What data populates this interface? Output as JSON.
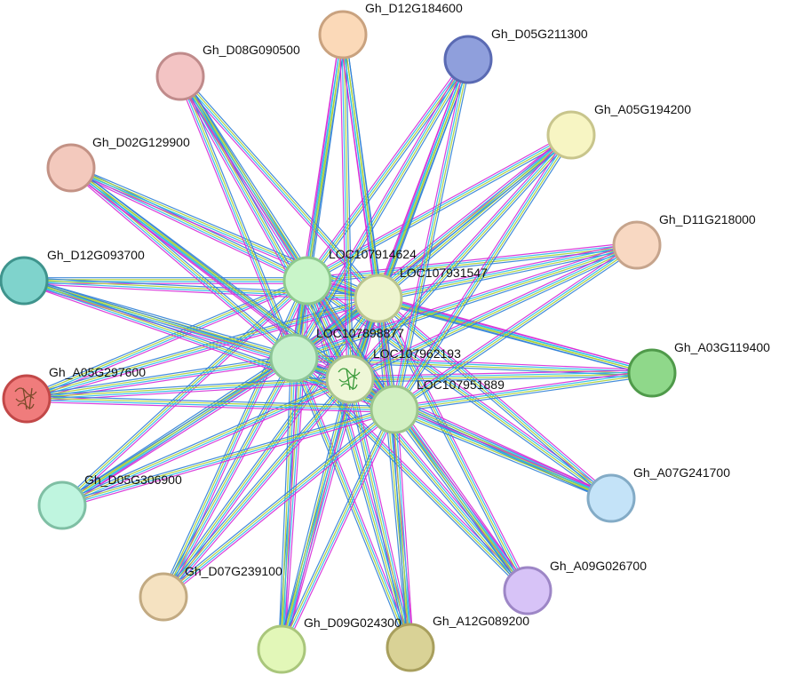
{
  "network": {
    "edge_colors": [
      "#d62ad6",
      "#26b8e8",
      "#a7cf2d",
      "#2d7fd6"
    ],
    "nodes": [
      {
        "id": "LOC107914624",
        "label": "LOC107914624",
        "fill": "#c9f5c9",
        "stroke": "#8dc98d",
        "role": "hub"
      },
      {
        "id": "LOC107931547",
        "label": "LOC107931547",
        "fill": "#eef5cf",
        "stroke": "#b9c58e",
        "role": "hub"
      },
      {
        "id": "LOC107898877",
        "label": "LOC107898877",
        "fill": "#c7f1cd",
        "stroke": "#8cc496",
        "role": "hub"
      },
      {
        "id": "LOC107962193",
        "label": "LOC107962193",
        "fill": "#eef7d7",
        "stroke": "#a9c38e",
        "role": "hub",
        "has_structure": true
      },
      {
        "id": "LOC107951889",
        "label": "LOC107951889",
        "fill": "#d2f0c2",
        "stroke": "#9cc58b",
        "role": "hub"
      },
      {
        "id": "Gh_D12G184600",
        "label": "Gh_D12G184600",
        "fill": "#fbd9b8",
        "stroke": "#c9a27f",
        "role": "leaf"
      },
      {
        "id": "Gh_D05G211300",
        "label": "Gh_D05G211300",
        "fill": "#8f9fdc",
        "stroke": "#5a6ab3",
        "role": "leaf"
      },
      {
        "id": "Gh_D08G090500",
        "label": "Gh_D08G090500",
        "fill": "#f3c4c4",
        "stroke": "#c08b8b",
        "role": "leaf"
      },
      {
        "id": "Gh_A05G194200",
        "label": "Gh_A05G194200",
        "fill": "#f7f5c3",
        "stroke": "#c8c58c",
        "role": "leaf"
      },
      {
        "id": "Gh_D02G129900",
        "label": "Gh_D02G129900",
        "fill": "#f3c9bd",
        "stroke": "#c39285",
        "role": "leaf"
      },
      {
        "id": "Gh_D11G218000",
        "label": "Gh_D11G218000",
        "fill": "#f8d8c2",
        "stroke": "#c6a48c",
        "role": "leaf"
      },
      {
        "id": "Gh_D12G093700",
        "label": "Gh_D12G093700",
        "fill": "#7fd3cc",
        "stroke": "#3f948d",
        "role": "leaf"
      },
      {
        "id": "Gh_A03G119400",
        "label": "Gh_A03G119400",
        "fill": "#8fd88a",
        "stroke": "#4f9a4a",
        "role": "leaf"
      },
      {
        "id": "Gh_A05G297600",
        "label": "Gh_A05G297600",
        "fill": "#f07c7c",
        "stroke": "#c24848",
        "role": "leaf",
        "has_structure": true
      },
      {
        "id": "Gh_A07G241700",
        "label": "Gh_A07G241700",
        "fill": "#c4e3f8",
        "stroke": "#83abc6",
        "role": "leaf"
      },
      {
        "id": "Gh_D05G306900",
        "label": "Gh_D05G306900",
        "fill": "#bff5df",
        "stroke": "#7fbfa4",
        "role": "leaf"
      },
      {
        "id": "Gh_A09G026700",
        "label": "Gh_A09G026700",
        "fill": "#d7c3f7",
        "stroke": "#9d86c6",
        "role": "leaf"
      },
      {
        "id": "Gh_D07G239100",
        "label": "Gh_D07G239100",
        "fill": "#f5e2c1",
        "stroke": "#c2aa82",
        "role": "leaf"
      },
      {
        "id": "Gh_D09G024300",
        "label": "Gh_D09G024300",
        "fill": "#e2f7b8",
        "stroke": "#a9c67b",
        "role": "leaf"
      },
      {
        "id": "Gh_A12G089200",
        "label": "Gh_A12G089200",
        "fill": "#d9d296",
        "stroke": "#a89f5d",
        "role": "leaf"
      }
    ]
  }
}
